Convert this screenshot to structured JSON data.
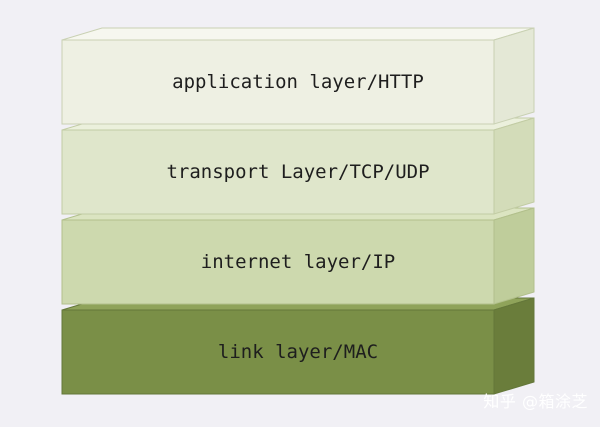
{
  "diagram": {
    "layers": [
      {
        "label": "application layer/HTTP",
        "front": "#eef0e3",
        "top": "#f6f7ef",
        "side": "#e4e8d6",
        "stroke": "#c9d1b3"
      },
      {
        "label": "transport Layer/TCP/UDP",
        "front": "#dfe6cb",
        "top": "#ebf0dc",
        "side": "#d3dcb9",
        "stroke": "#c2cca4"
      },
      {
        "label": "internet layer/IP",
        "front": "#cdd9ae",
        "top": "#dbe4c1",
        "side": "#bfcd9b",
        "stroke": "#b2c08c"
      },
      {
        "label": "link layer/MAC",
        "front": "#7a8f47",
        "top": "#8fa35a",
        "side": "#6a7d3b",
        "stroke": "#64773a"
      }
    ]
  },
  "watermark": "知乎 @箱涂芝"
}
